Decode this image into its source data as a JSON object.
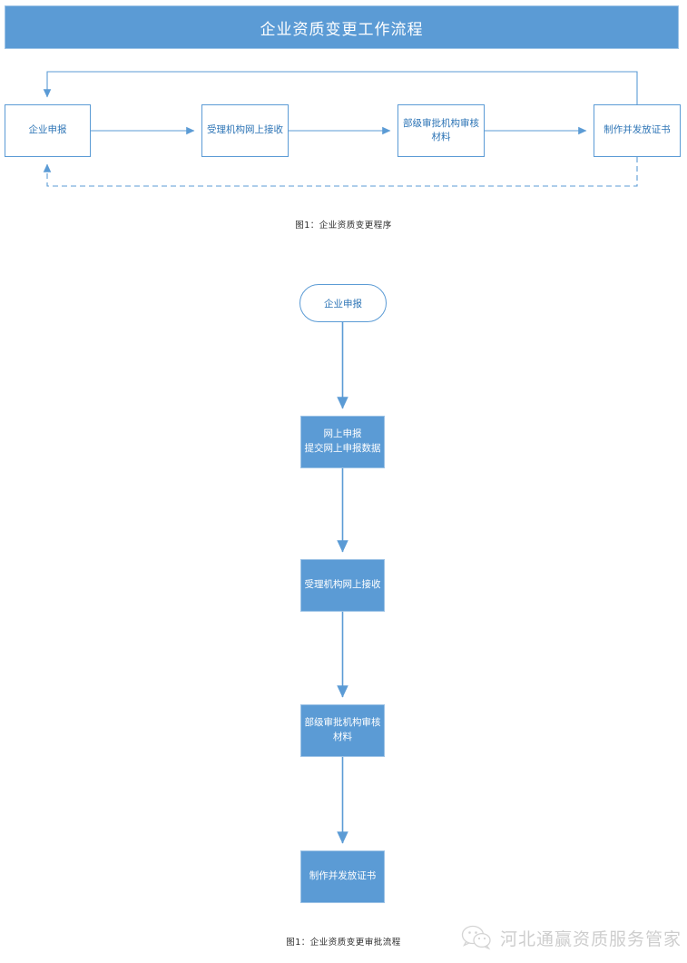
{
  "header": {
    "title": "企业资质变更工作流程",
    "bar_color": "#5B9BD5",
    "text_color": "#FFFFFF"
  },
  "figure1": {
    "caption": "图1：企业资质变更程序",
    "type": "horizontal-flow",
    "node_fill": "#FFFFFF",
    "node_border": "#5B9BD5",
    "node_text_color": "#2E75B6",
    "nodes": [
      {
        "id": "n1",
        "label": "企业申报"
      },
      {
        "id": "n2",
        "label": "受理机构网上接收"
      },
      {
        "id": "n3",
        "label": "部级审批机构审核材料"
      },
      {
        "id": "n4",
        "label": "制作并发放证书"
      }
    ],
    "edges": [
      {
        "from": "n1",
        "to": "n2",
        "style": "solid"
      },
      {
        "from": "n2",
        "to": "n3",
        "style": "solid"
      },
      {
        "from": "n3",
        "to": "n4",
        "style": "solid"
      },
      {
        "from": "n4",
        "to": "n1",
        "style": "solid",
        "route": "top-feedback"
      },
      {
        "from": "n4",
        "to": "n1",
        "style": "dashed",
        "route": "bottom-feedback"
      }
    ]
  },
  "figure2": {
    "caption": "图1：企业资质变更审批流程",
    "type": "vertical-flow",
    "start_fill": "#FFFFFF",
    "start_border": "#5B9BD5",
    "start_text_color": "#2E75B6",
    "step_fill": "#5B9BD5",
    "step_border": "#9DC3E6",
    "step_text_color": "#FFFFFF",
    "start": {
      "id": "s0",
      "label": "企业申报",
      "shape": "rounded"
    },
    "steps": [
      {
        "id": "s1",
        "line1": "网上申报",
        "line2": "提交网上申报数据"
      },
      {
        "id": "s2",
        "line1": "受理机构网上接收",
        "line2": ""
      },
      {
        "id": "s3",
        "line1": "部级审批机构审核",
        "line2": "材料"
      },
      {
        "id": "s4",
        "line1": "制作并发放证书",
        "line2": ""
      }
    ],
    "edges": [
      {
        "from": "s0",
        "to": "s1",
        "style": "solid"
      },
      {
        "from": "s1",
        "to": "s2",
        "style": "solid"
      },
      {
        "from": "s2",
        "to": "s3",
        "style": "solid"
      },
      {
        "from": "s3",
        "to": "s4",
        "style": "solid"
      }
    ]
  },
  "watermark": {
    "text": "河北通赢资质服务管家",
    "icon": "wechat-icon",
    "color": "#8A8A8A"
  }
}
